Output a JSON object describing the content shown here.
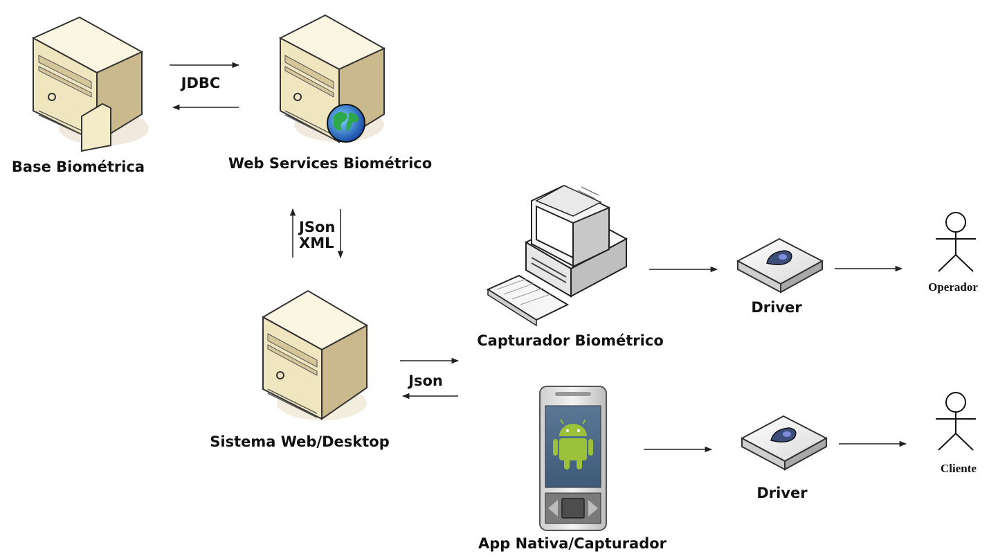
{
  "nodes": {
    "base_biometrica": {
      "label": "Base Biométrica",
      "icon": "database-server-icon"
    },
    "web_services": {
      "label": "Web Services Biométrico",
      "icon": "web-server-icon"
    },
    "sistema": {
      "label": "Sistema Web/Desktop",
      "icon": "server-icon"
    },
    "capturador": {
      "label": "Capturador Biométrico",
      "icon": "desktop-computer-icon"
    },
    "app_nativa": {
      "label": "App Nativa/Capturador",
      "icon": "android-phone-icon"
    },
    "driver_top": {
      "label": "Driver",
      "icon": "fingerprint-reader-icon"
    },
    "driver_bottom": {
      "label": "Driver",
      "icon": "fingerprint-reader-icon"
    },
    "operador": {
      "label": "Operador",
      "icon": "actor-icon"
    },
    "cliente": {
      "label": "Cliente",
      "icon": "actor-icon"
    }
  },
  "edges": {
    "jdbc": {
      "label": "JDBC"
    },
    "json_xml": {
      "label_1": "JSon",
      "label_2": "XML"
    },
    "json": {
      "label": "Json"
    }
  },
  "colors": {
    "server_body": "#f4edc8",
    "server_side": "#b9ac7e",
    "server_front": "#ece3b6",
    "screen": "#4d6b8a",
    "android": "#9bc23a",
    "arrow": "#222222"
  }
}
